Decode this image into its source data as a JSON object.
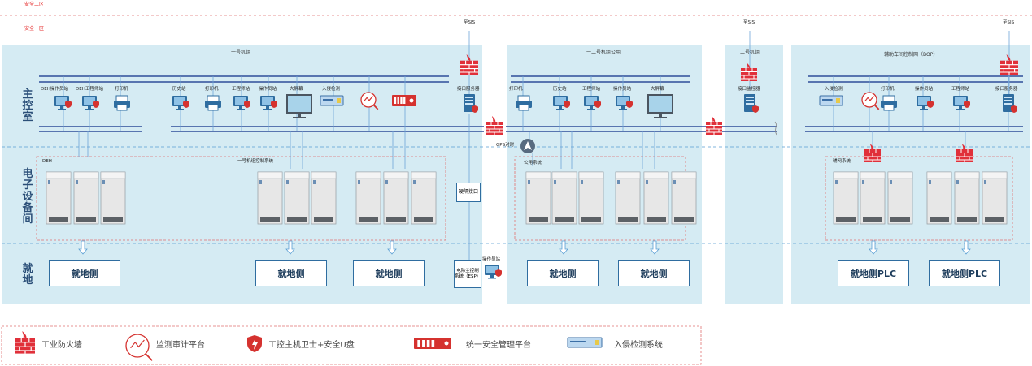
{
  "zones": {
    "zone2": "安全二区",
    "zone1": "安全一区"
  },
  "rows": {
    "control_room": "主控室",
    "electronic_room": "电子设备间",
    "field": "就地"
  },
  "panels": {
    "unit1": "一号机组",
    "common": "一二号机组公用",
    "unit2": "二号机组",
    "bop": "辅助车间控制网（BOP）"
  },
  "to_sis": [
    "至SIS",
    "至SIS",
    "至SIS"
  ],
  "devices": {
    "deh_operator": "DEH操作员站",
    "deh_engineer": "DEH工程师站",
    "printer": "打印机",
    "history": "历史站",
    "engineer": "工程师站",
    "operator": "操作员站",
    "big_screen": "大屏幕",
    "intrusion": "入侵检测",
    "interface_server": "接口服务器",
    "interface_monitor": "接口监控器"
  },
  "groups": {
    "deh": "DEH",
    "unit1_dcs": "一号机组控制系统",
    "common_sys": "公用系统",
    "aux_net": "辅网系统"
  },
  "gps": "GPS对时",
  "isolation": "硬隔接口",
  "esp": "电除尘控制系统（ESP）",
  "field_boxes": [
    "就地侧",
    "就地侧",
    "就地侧",
    "就地侧",
    "就地侧",
    "就地侧PLC",
    "就地侧PLC"
  ],
  "legend": [
    {
      "icon": "firewall-icon",
      "label": "工业防火墙"
    },
    {
      "icon": "audit-icon",
      "label": "监测审计平台"
    },
    {
      "icon": "host-guard-icon",
      "label": "工控主机卫士+安全U盘"
    },
    {
      "icon": "security-management-icon",
      "label": "统一安全管理平台"
    },
    {
      "icon": "intrusion-detection-icon",
      "label": "入侵检测系统"
    }
  ],
  "colors": {
    "panel": "#d5ebf3",
    "network": "#2f4e9a",
    "link": "#6fa5d8",
    "firewall": "#e0303a",
    "cabinet": "#e7e7e7",
    "dashed_red": "#e07070",
    "dashed_blue": "#5a9fd4"
  }
}
